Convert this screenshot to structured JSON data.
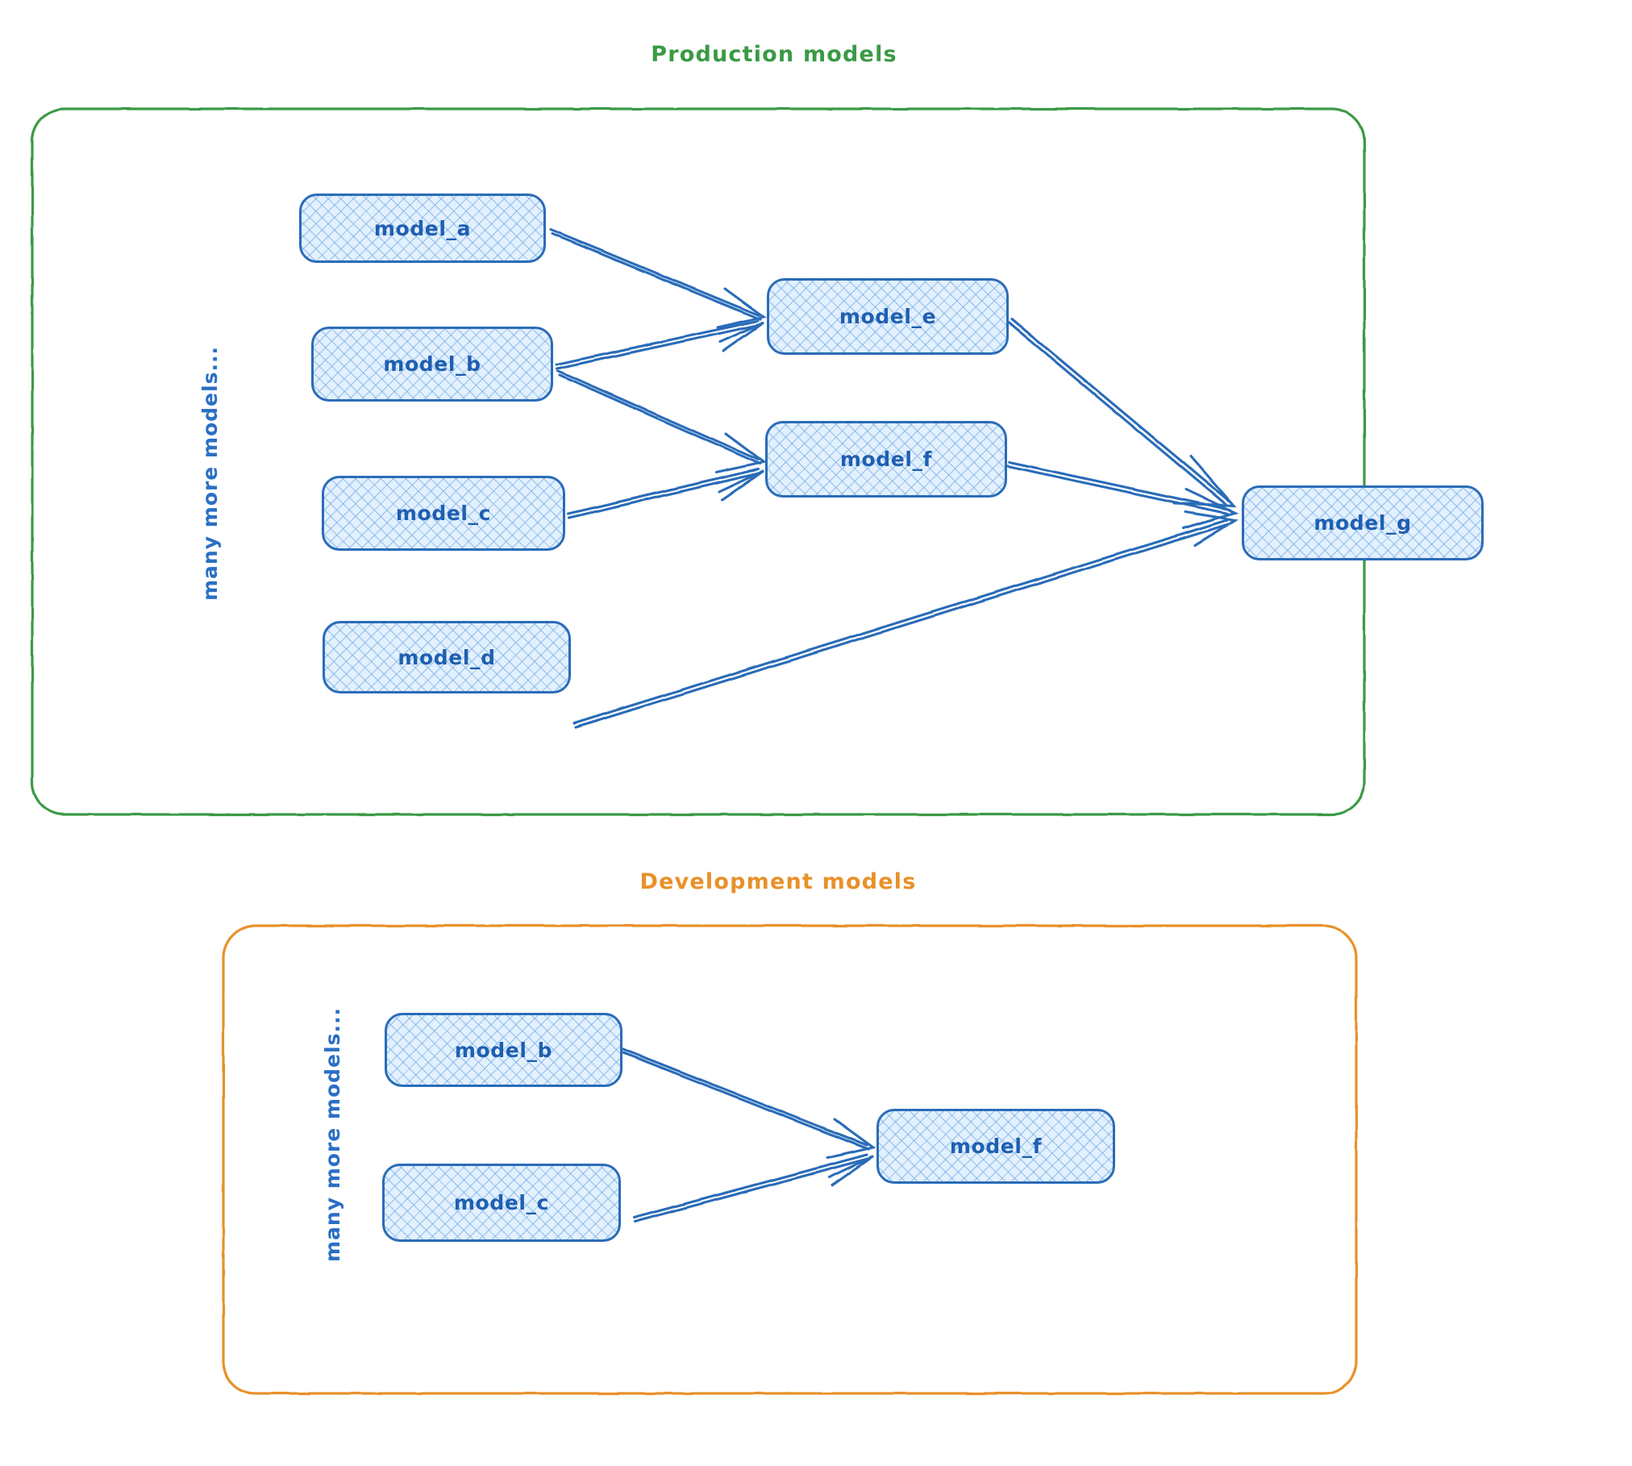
{
  "diagram": {
    "type": "lineage-dag",
    "style": "hand-drawn-sketch",
    "colors": {
      "production_group": "#3a9a45",
      "development_group": "#e8912a",
      "node_border": "#2b6cb8",
      "node_fill": "#e3f0fd",
      "node_text": "#1f5fb0",
      "edge": "#2b6cb8",
      "background": "#ffffff"
    }
  },
  "groups": [
    {
      "id": "production",
      "title": "Production models",
      "side_label": "many more models...",
      "color": "#3a9a45",
      "nodes": [
        {
          "id": "p_model_a",
          "label": "model_a"
        },
        {
          "id": "p_model_b",
          "label": "model_b"
        },
        {
          "id": "p_model_c",
          "label": "model_c"
        },
        {
          "id": "p_model_d",
          "label": "model_d"
        },
        {
          "id": "p_model_e",
          "label": "model_e"
        },
        {
          "id": "p_model_f",
          "label": "model_f"
        },
        {
          "id": "p_model_g",
          "label": "model_g"
        }
      ],
      "edges": [
        {
          "from": "model_a",
          "to": "model_e"
        },
        {
          "from": "model_b",
          "to": "model_e"
        },
        {
          "from": "model_b",
          "to": "model_f"
        },
        {
          "from": "model_c",
          "to": "model_f"
        },
        {
          "from": "model_e",
          "to": "model_g"
        },
        {
          "from": "model_f",
          "to": "model_g"
        },
        {
          "from": "model_d",
          "to": "model_g"
        }
      ]
    },
    {
      "id": "development",
      "title": "Development models",
      "side_label": "many more models...",
      "color": "#e8912a",
      "nodes": [
        {
          "id": "d_model_b",
          "label": "model_b"
        },
        {
          "id": "d_model_c",
          "label": "model_c"
        },
        {
          "id": "d_model_f",
          "label": "model_f"
        }
      ],
      "edges": [
        {
          "from": "model_b",
          "to": "model_f"
        },
        {
          "from": "model_c",
          "to": "model_f"
        }
      ]
    }
  ]
}
